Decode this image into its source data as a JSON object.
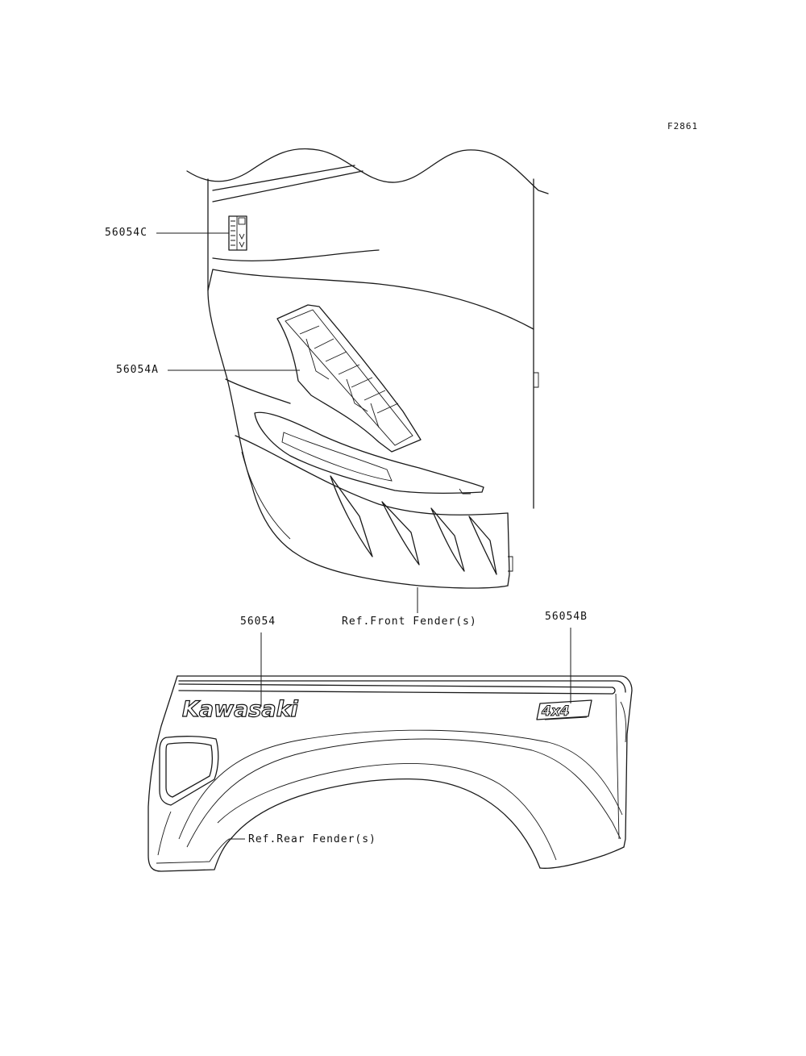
{
  "figure_code": "F2861",
  "callouts": {
    "part_c": "56054C",
    "part_a": "56054A",
    "part_main": "56054",
    "part_b": "56054B"
  },
  "references": {
    "front_fender": "Ref.Front Fender(s)",
    "rear_fender": "Ref.Rear Fender(s)"
  },
  "decal_text": {
    "brand": "Kawasaki",
    "drive": "4x4"
  }
}
